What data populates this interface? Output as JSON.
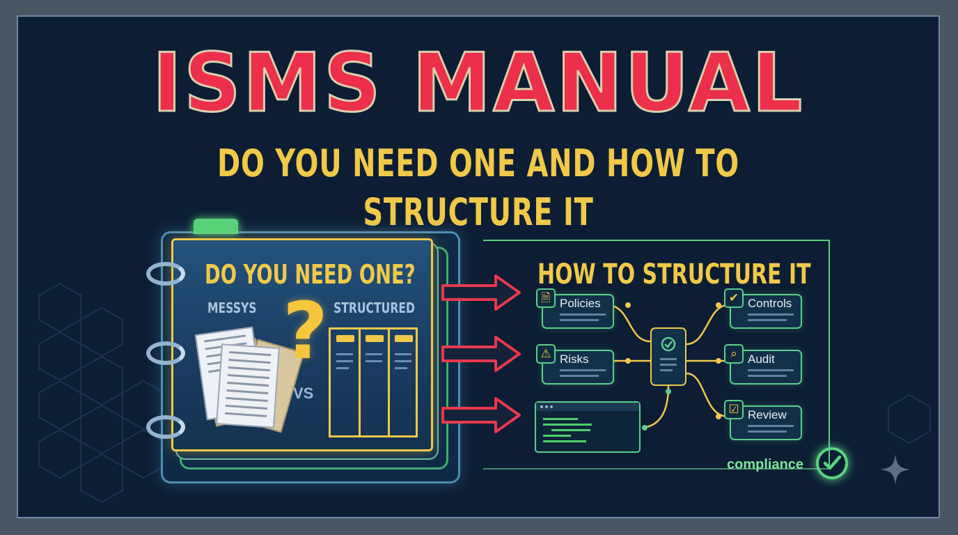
{
  "title": "ISMS MANUAL",
  "subtitle": "DO YOU NEED ONE AND HOW TO STRUCTURE IT",
  "left_panel": {
    "heading": "DO YOU NEED ONE?",
    "messy_label": "MESSYS",
    "structured_label": "STRUCTURED",
    "question_mark": "?",
    "vs_label": "VS"
  },
  "right_panel": {
    "heading": "HOW TO STRUCTURE IT",
    "cards": [
      {
        "label": "Policies",
        "icon": "document-icon"
      },
      {
        "label": "Risks",
        "icon": "warning-icon"
      },
      {
        "label": "Controls",
        "icon": "shield-check-icon"
      },
      {
        "label": "Audit",
        "icon": "magnifier-icon"
      },
      {
        "label": "Review",
        "icon": "clipboard-check-icon"
      }
    ],
    "compliance_label": "compliance"
  },
  "colors": {
    "background": "#0d1d33",
    "title_red": "#ec2f4b",
    "accent_yellow": "#f0c949",
    "accent_green": "#5ccf8a",
    "arrow_red": "#e8384f"
  }
}
